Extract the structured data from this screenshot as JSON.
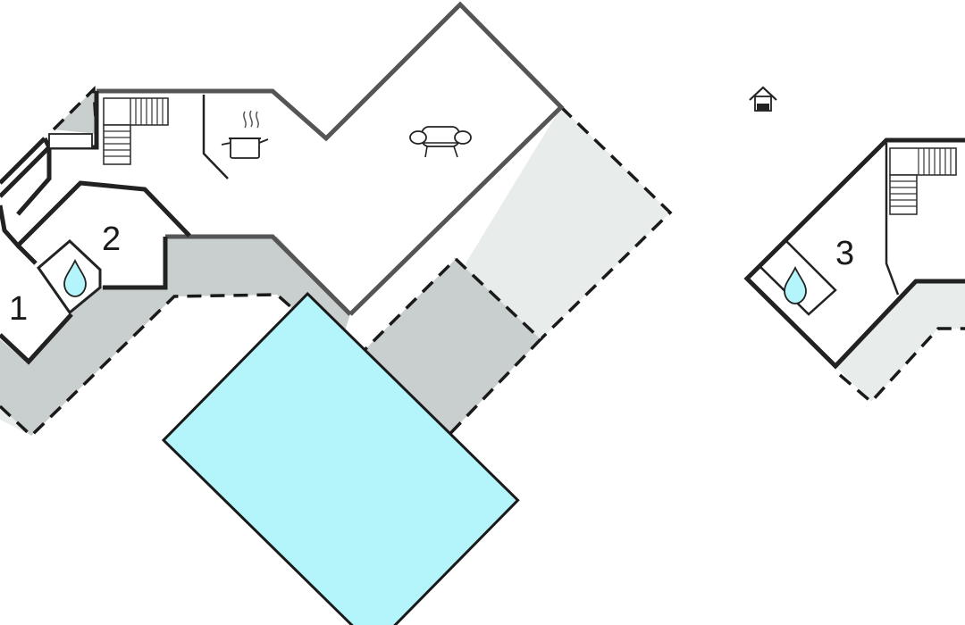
{
  "rooms": [
    {
      "id": "room-1",
      "label": "1"
    },
    {
      "id": "room-2",
      "label": "2"
    },
    {
      "id": "room-3",
      "label": "3"
    }
  ],
  "icons": [
    "stairs-icon",
    "kitchen-pot-icon",
    "sofa-icon",
    "shower-drop-icon",
    "house-icon"
  ],
  "colors": {
    "terrace_light": "#e8eceb",
    "terrace_dark": "#c9cfce",
    "pool": "#b4f4fb",
    "wall": "#555555"
  }
}
